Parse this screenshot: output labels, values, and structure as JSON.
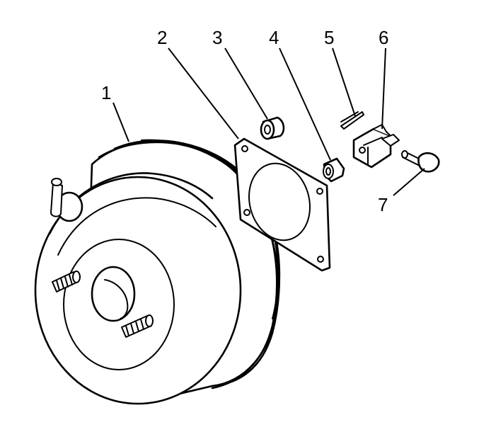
{
  "diagram": {
    "callouts": [
      {
        "label": "1",
        "part": "brake-booster"
      },
      {
        "label": "2",
        "part": "gasket"
      },
      {
        "label": "3",
        "part": "grommet"
      },
      {
        "label": "4",
        "part": "nut"
      },
      {
        "label": "5",
        "part": "retaining-clip"
      },
      {
        "label": "6",
        "part": "clevis"
      },
      {
        "label": "7",
        "part": "clevis-pin"
      }
    ]
  }
}
